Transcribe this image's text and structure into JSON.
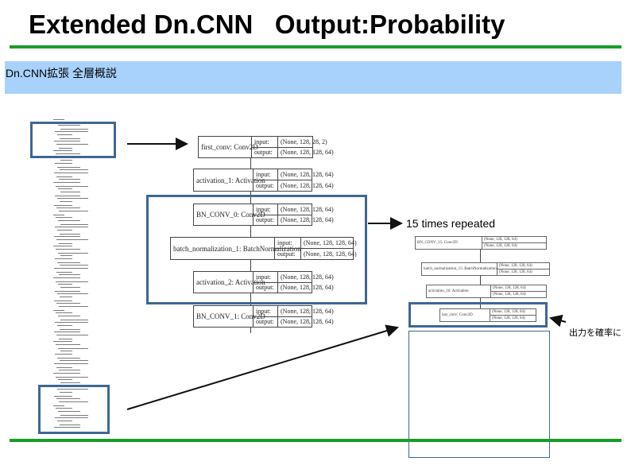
{
  "slide": {
    "title": "Extended Dn.CNN   Output:Probability",
    "subtitle": "Dn.CNN拡張  全層概説",
    "colors": {
      "rule": "#1a9c2a",
      "band": "#a8d2fb",
      "highlight": "#3e6793"
    }
  },
  "diagram": {
    "nodes": [
      {
        "name": "first_conv: Conv2D",
        "input_label": "input:",
        "output_label": "output:",
        "input": "(None, 128,  28, 2)",
        "output": "(None, 128, 128, 64)"
      },
      {
        "name": "activation_1: Activation",
        "input_label": "input:",
        "output_label": "output:",
        "input": "(None, 128, 128, 64)",
        "output": "(None, 128, 128, 64)"
      },
      {
        "name": "BN_CONV_0: Conv2D",
        "input_label": "input:",
        "output_label": "output:",
        "input": "(None, 128, 128, 64)",
        "output": "(None, 128, 128, 64)"
      },
      {
        "name": "batch_normalization_1: BatchNormalization",
        "input_label": "input:",
        "output_label": "output:",
        "input": "(None, 128, 128, 64)",
        "output": "(None, 128, 128, 64)"
      },
      {
        "name": "activation_2: Activation",
        "input_label": "input:",
        "output_label": "output:",
        "input": "(None, 128, 128, 64)",
        "output": "(None, 128, 128, 64)"
      },
      {
        "name": "BN_CONV_1: Conv2D",
        "input_label": "input:",
        "output_label": "output:",
        "input": "(None, 128, 128, 64)",
        "output": "(None, 128, 128, 64)"
      }
    ],
    "repeat_note": "15 times repeated",
    "output_note": "出力を確率に",
    "tail_nodes": [
      {
        "name": "BN_CONV_15: Conv2D",
        "input": "(None, 128, 128, 64)",
        "output": "(None, 128, 128, 64)"
      },
      {
        "name": "batch_normalization_15: BatchNormalization",
        "input": "(None, 128, 128, 64)",
        "output": "(None, 128, 128, 64)"
      },
      {
        "name": "activation_16: Activation",
        "input": "(None, 128, 128, 64)",
        "output": "(None, 128, 128, 64)"
      },
      {
        "name": "last_conv: Conv2D",
        "input": "(None, 128, 128, 64)",
        "output": "(None, 128, 128, 64)"
      }
    ]
  }
}
